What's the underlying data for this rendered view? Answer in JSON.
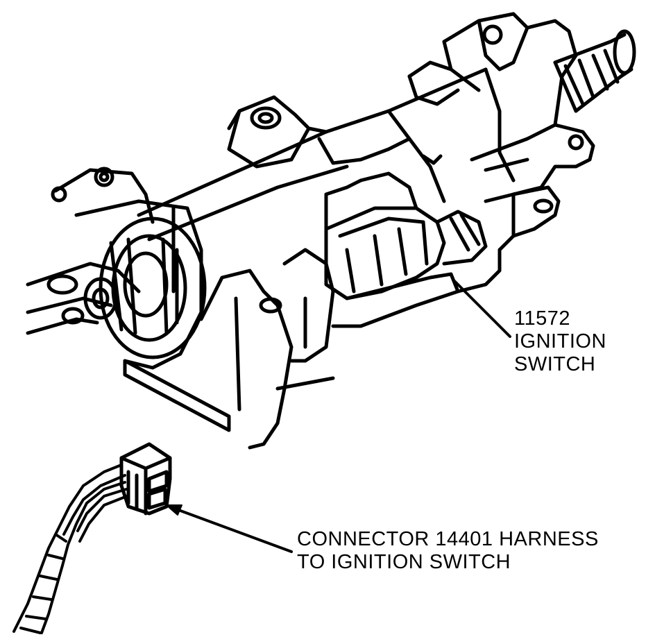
{
  "callouts": {
    "ignition_switch": {
      "part_number": "11572",
      "line1": "IGNITION",
      "line2": "SWITCH"
    },
    "connector": {
      "line1": "CONNECTOR 14401 HARNESS",
      "line2": "TO IGNITION SWITCH"
    }
  },
  "colors": {
    "ink": "#000000",
    "paper": "#ffffff"
  }
}
